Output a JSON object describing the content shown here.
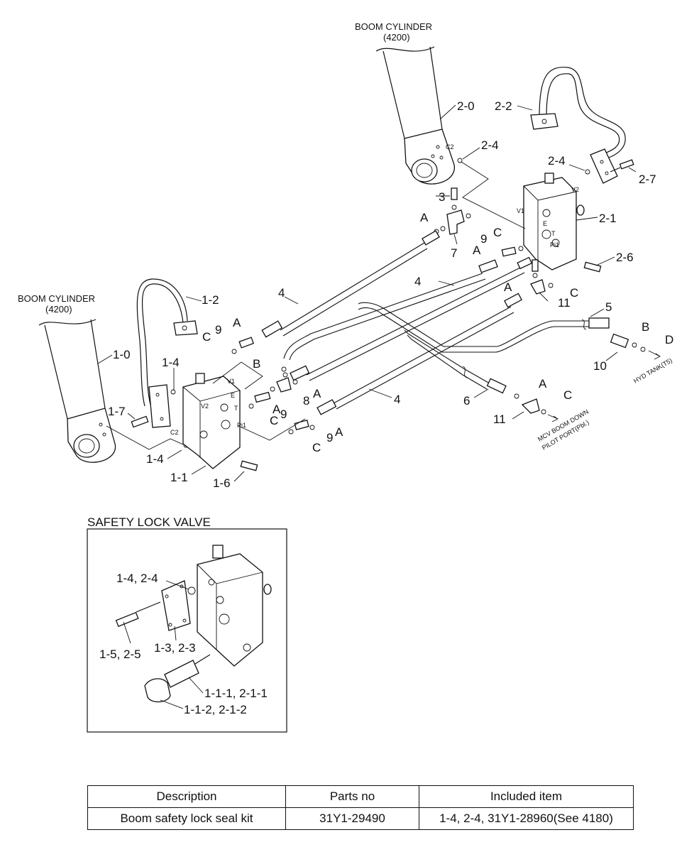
{
  "labels": {
    "boom_cylinder_top_title": "BOOM CYLINDER",
    "boom_cylinder_top_code": "(4200)",
    "boom_cylinder_left_title": "BOOM CYLINDER",
    "boom_cylinder_left_code": "(4200)",
    "safety_lock_valve": "SAFETY LOCK VALVE",
    "hyd_tank": "HYD TANK(T5)",
    "mcv_line1": "MCV BOOM DOWN",
    "mcv_line2": "PILOT PORT(Pbl.)"
  },
  "callouts": {
    "p2_0": "2-0",
    "p2_2": "2-2",
    "p2_4a": "2-4",
    "p2_4b": "2-4",
    "p2_7": "2-7",
    "p2_1": "2-1",
    "p2_6": "2-6",
    "p3": "3",
    "p7": "7",
    "p9a": "9",
    "p9b": "9",
    "p9c": "9",
    "p9d": "9",
    "p4a": "4",
    "p4b": "4",
    "p4c": "4",
    "p5": "5",
    "p6": "6",
    "p8": "8",
    "p10": "10",
    "p11a": "11",
    "p11b": "11",
    "p1_0": "1-0",
    "p1_2": "1-2",
    "p1_4a": "1-4",
    "p1_4b": "1-4",
    "p1_7": "1-7",
    "p1_1": "1-1",
    "p1_6": "1-6",
    "a1": "A",
    "a2": "A",
    "a3": "A",
    "a4": "A",
    "a5": "A",
    "a6": "A",
    "a7": "A",
    "b1": "B",
    "b2": "B",
    "c1": "C",
    "c2": "C",
    "c3": "C",
    "c4": "C",
    "c5": "C",
    "c6": "C",
    "d1": "D",
    "inset_1_4_2_4": "1-4, 2-4",
    "inset_1_5_2_5": "1-5, 2-5",
    "inset_1_3_2_3": "1-3, 2-3",
    "inset_1_1_1": "1-1-1, 2-1-1",
    "inset_1_1_2": "1-1-2, 2-1-2"
  },
  "ports": {
    "c2_top": "C2",
    "v2_top": "V2",
    "v1_top": "V1",
    "e_top": "E",
    "t_top": "T",
    "pi_top": "Pi1",
    "v1_left": "V1",
    "v2_left": "V2",
    "e_left": "E",
    "t_left": "T",
    "pi_left": "Pi1",
    "c2_left": "C2"
  },
  "table": {
    "headers": [
      "Description",
      "Parts no",
      "Included item"
    ],
    "rows": [
      [
        "Boom safety lock seal kit",
        "31Y1-29490",
        "1-4, 2-4, 31Y1-28960(See 4180)"
      ]
    ]
  }
}
